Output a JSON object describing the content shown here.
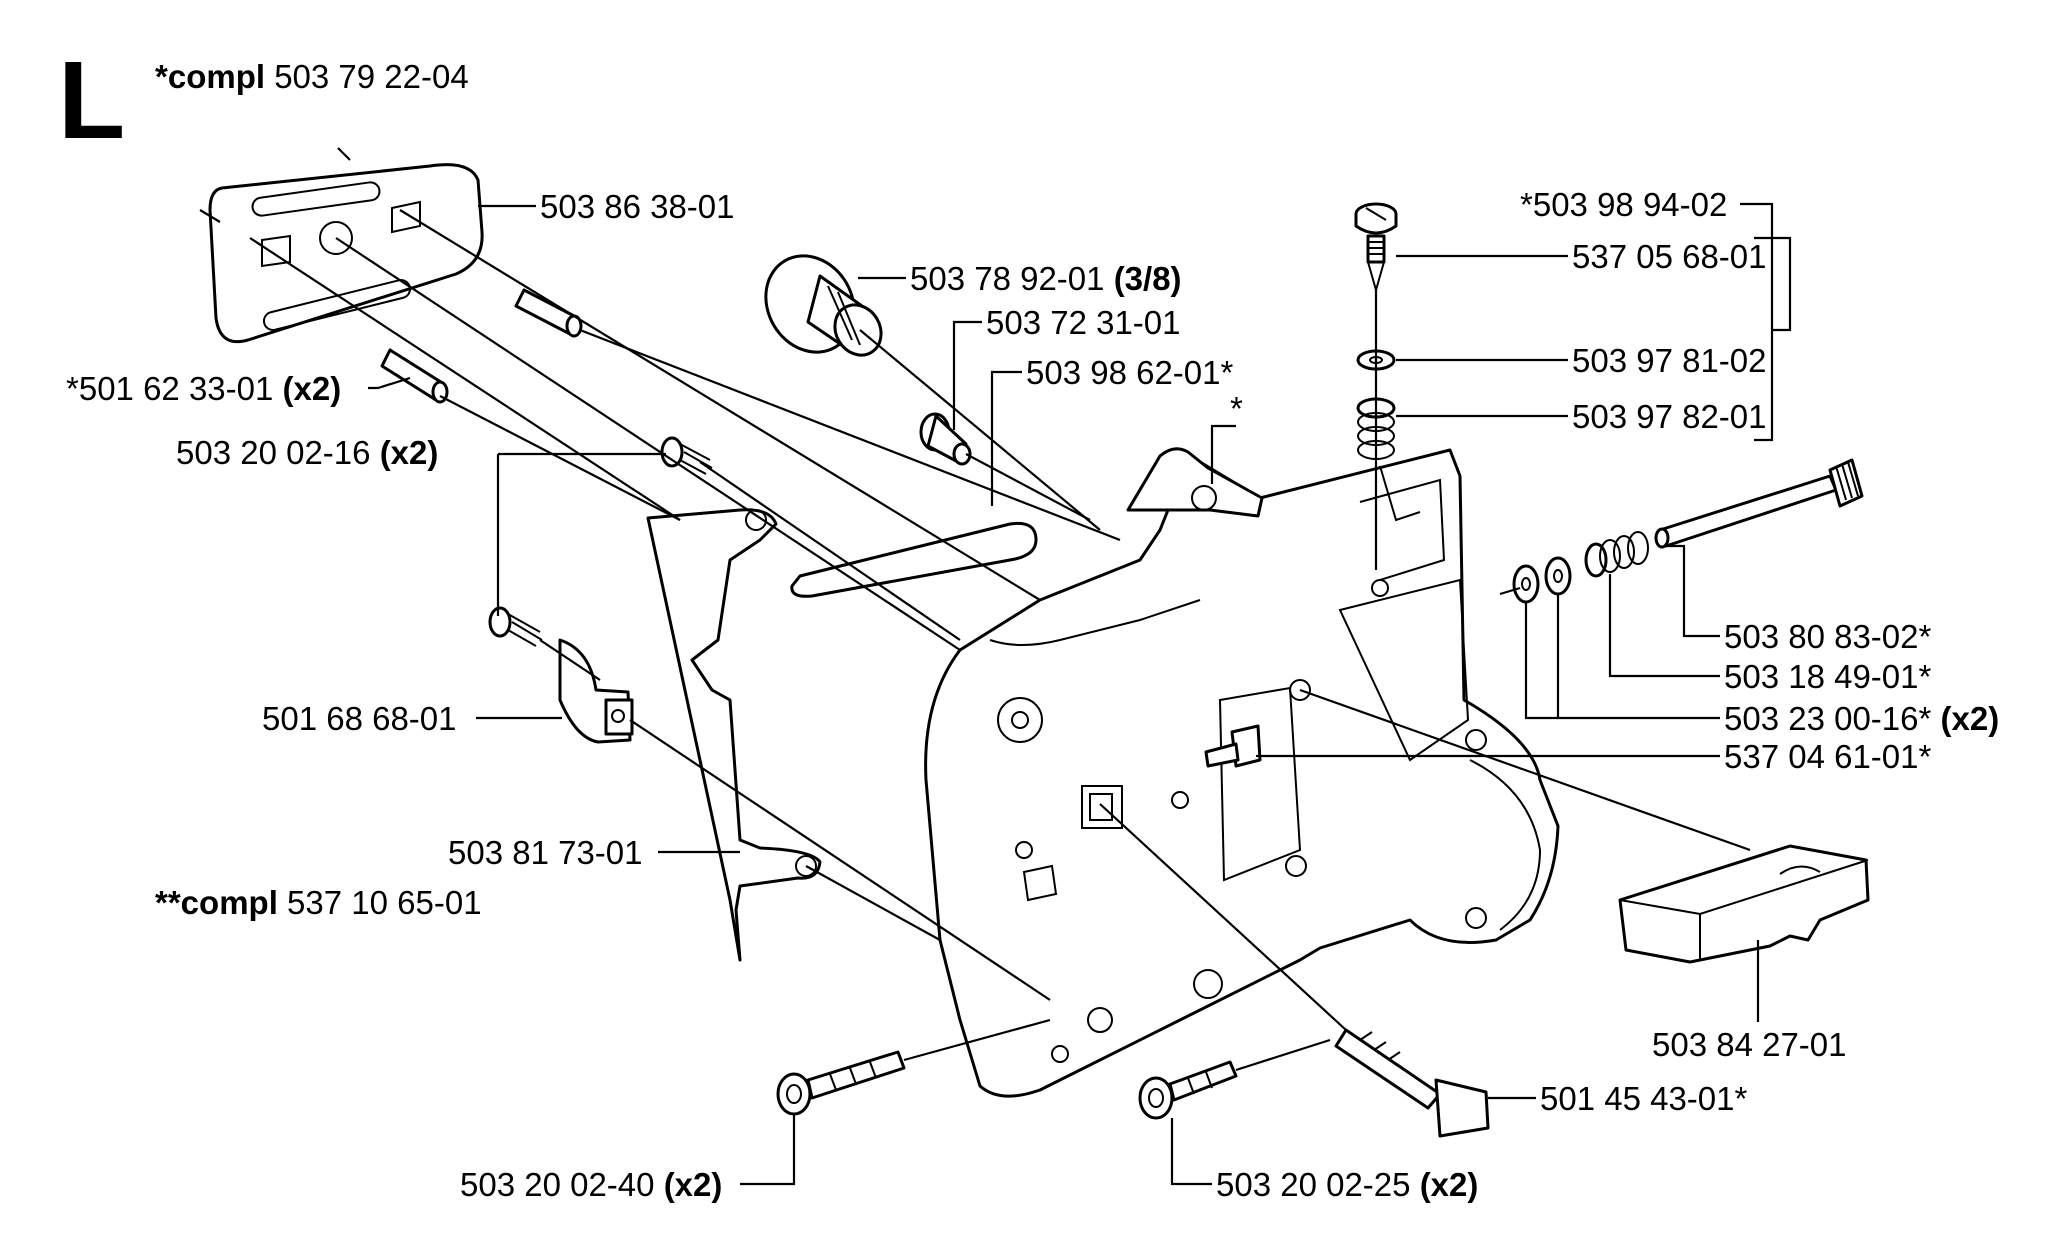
{
  "section_letter": "L",
  "assembly": {
    "prefix": "*compl",
    "number": "503 79 22-04"
  },
  "subassembly": {
    "prefix": "**compl",
    "number": "537 10 65-01"
  },
  "star_marker": "*",
  "parts": [
    {
      "id": "p1",
      "number": "503 86 38-01",
      "qty": ""
    },
    {
      "id": "p2",
      "number": "503 78 92-01",
      "qty": "(3/8)"
    },
    {
      "id": "p3",
      "number": "503 72 31-01",
      "qty": ""
    },
    {
      "id": "p4",
      "number": "503 98 62-01*",
      "qty": ""
    },
    {
      "id": "p5",
      "number": "*501 62 33-01",
      "qty": "(x2)"
    },
    {
      "id": "p6",
      "number": "503 20 02-16",
      "qty": "(x2)"
    },
    {
      "id": "p7",
      "number": "501 68 68-01",
      "qty": ""
    },
    {
      "id": "p8",
      "number": "503 81 73-01",
      "qty": ""
    },
    {
      "id": "p9",
      "number": "*503 98 94-02",
      "qty": ""
    },
    {
      "id": "p10",
      "number": "537 05 68-01",
      "qty": ""
    },
    {
      "id": "p11",
      "number": "503 97 81-02",
      "qty": ""
    },
    {
      "id": "p12",
      "number": "503 97 82-01",
      "qty": ""
    },
    {
      "id": "p13",
      "number": "503 80 83-02*",
      "qty": ""
    },
    {
      "id": "p14",
      "number": "503 18 49-01*",
      "qty": ""
    },
    {
      "id": "p15",
      "number": "503 23 00-16*",
      "qty": "(x2)"
    },
    {
      "id": "p16",
      "number": "537 04 61-01*",
      "qty": ""
    },
    {
      "id": "p17",
      "number": "503 84 27-01",
      "qty": ""
    },
    {
      "id": "p18",
      "number": "501 45 43-01*",
      "qty": ""
    },
    {
      "id": "p19",
      "number": "503 20 02-40",
      "qty": "(x2)"
    },
    {
      "id": "p20",
      "number": "503 20 02-25",
      "qty": "(x2)"
    }
  ]
}
